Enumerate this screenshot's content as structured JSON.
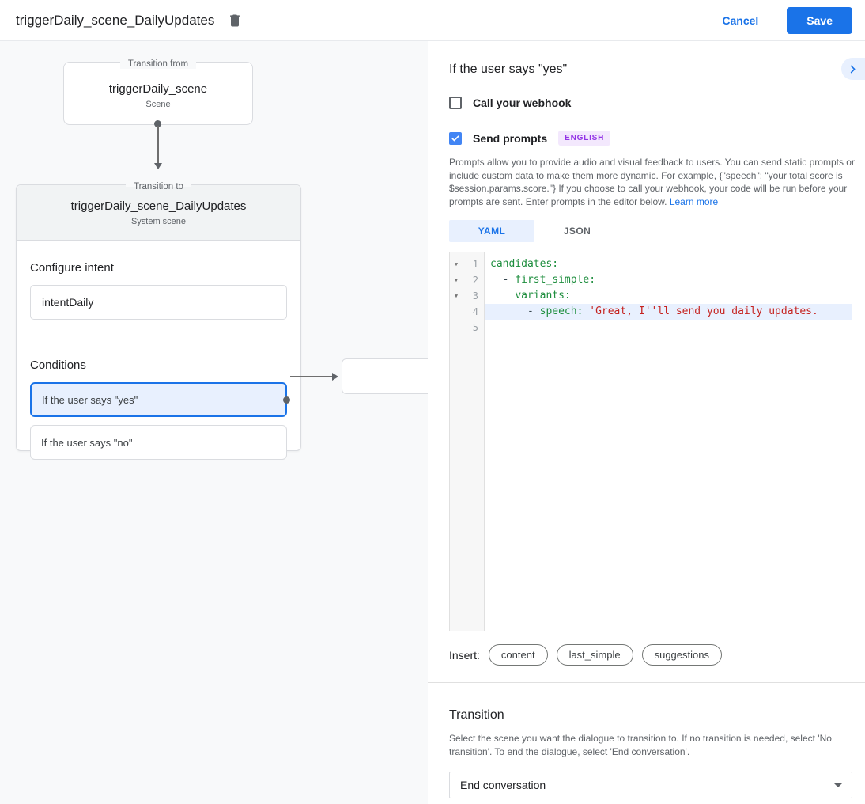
{
  "header": {
    "title": "triggerDaily_scene_DailyUpdates",
    "cancel_label": "Cancel",
    "save_label": "Save"
  },
  "diagram": {
    "from_box": {
      "legend": "Transition from",
      "name": "triggerDaily_scene",
      "type": "Scene"
    },
    "to_box": {
      "legend": "Transition to",
      "name": "triggerDaily_scene_DailyUpdates",
      "type": "System scene",
      "intent_section": {
        "label": "Configure intent",
        "value": "intentDaily"
      },
      "conditions_section": {
        "label": "Conditions",
        "items": [
          {
            "label": "If the user says \"yes\"",
            "selected": true
          },
          {
            "label": "If the user says \"no\"",
            "selected": false
          }
        ]
      }
    }
  },
  "panel": {
    "title": "If the user says \"yes\"",
    "webhook_checkbox": {
      "label": "Call your webhook",
      "checked": false
    },
    "prompts_checkbox": {
      "label": "Send prompts",
      "checked": true,
      "badge": "ENGLISH"
    },
    "description": "Prompts allow you to provide audio and visual feedback to users. You can send static prompts or include custom data to make them more dynamic. For example, {\"speech\": \"your total score is $session.params.score.\"} If you choose to call your webhook, your code will be run before your prompts are sent. Enter prompts in the editor below. ",
    "learn_more": "Learn more",
    "tabs": [
      {
        "label": "YAML",
        "active": true
      },
      {
        "label": "JSON",
        "active": false
      }
    ],
    "editor": {
      "fold_glyph": "▼",
      "lines": [
        {
          "num": "1",
          "tokens": [
            {
              "type": "key",
              "text": "candidates:"
            }
          ]
        },
        {
          "num": "2",
          "tokens": [
            {
              "type": "plain",
              "text": "  - "
            },
            {
              "type": "key",
              "text": "first_simple:"
            }
          ]
        },
        {
          "num": "3",
          "tokens": [
            {
              "type": "plain",
              "text": "    "
            },
            {
              "type": "key",
              "text": "variants:"
            }
          ]
        },
        {
          "num": "4",
          "tokens": [
            {
              "type": "plain",
              "text": "      - "
            },
            {
              "type": "key",
              "text": "speech:"
            },
            {
              "type": "plain",
              "text": " "
            },
            {
              "type": "string",
              "text": "'Great, I''ll send you daily updates."
            }
          ]
        },
        {
          "num": "5",
          "tokens": []
        }
      ]
    },
    "insert": {
      "label": "Insert:",
      "chips": [
        "content",
        "last_simple",
        "suggestions"
      ]
    },
    "transition": {
      "title": "Transition",
      "description": "Select the scene you want the dialogue to transition to. If no transition is needed, select 'No transition'. To end the dialogue, select 'End conversation'.",
      "select_value": "End conversation"
    }
  },
  "colors": {
    "accent_blue": "#1a73e8",
    "checkbox_blue": "#4285f4",
    "selected_condition_bg": "#e8f0fe",
    "badge_bg": "#f3e8fd",
    "badge_text": "#9334e6",
    "code_key_green": "#1e8e3e",
    "code_string_red": "#c5221f",
    "canvas_bg": "#f8f9fa"
  }
}
